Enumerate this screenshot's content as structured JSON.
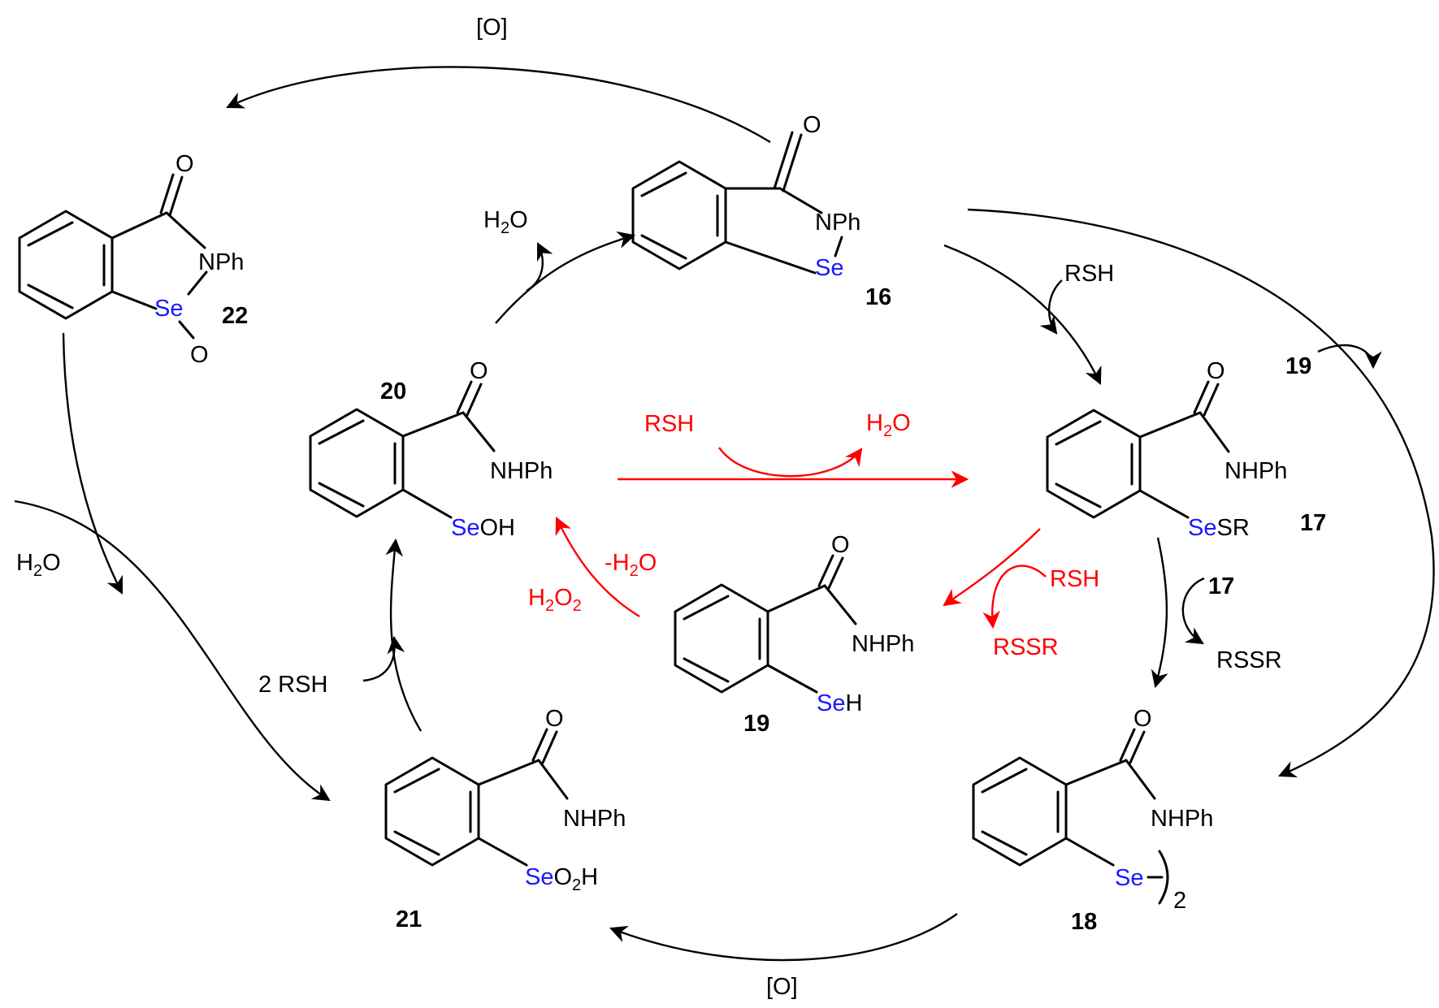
{
  "colors": {
    "reagent_red": "#ff0000",
    "selenium_blue": "#1a1aff",
    "ink": "#000000"
  },
  "compounds": {
    "c16": {
      "number": "16",
      "O": "O",
      "N": "NPh",
      "Se": "Se"
    },
    "c17": {
      "number": "17",
      "O": "O",
      "NH": "NHPh",
      "Se": "Se",
      "tail": "SR"
    },
    "c18": {
      "number": "18",
      "O": "O",
      "NH": "NHPh",
      "Se": "Se",
      "mult": "2"
    },
    "c19": {
      "number": "19",
      "O": "O",
      "NH": "NHPh",
      "Se": "Se",
      "tail": "H"
    },
    "c20": {
      "number": "20",
      "O": "O",
      "NH": "NHPh",
      "Se": "Se",
      "tail": "OH"
    },
    "c21": {
      "number": "21",
      "O": "O",
      "NH": "NHPh",
      "Se": "Se",
      "tail_a": "O",
      "tail_sub": "2",
      "tail_b": "H"
    },
    "c22": {
      "number": "22",
      "O": "O",
      "N": "NPh",
      "Se": "Se",
      "SeO": "O"
    }
  },
  "reagents": {
    "top_oxidation": "[O]",
    "bottom_oxidation": "[O]",
    "water_16": {
      "main": "H",
      "sub": "2",
      "tail": "O"
    },
    "water_22": {
      "main": "H",
      "sub": "2",
      "tail": "O"
    },
    "rsh_16_17": "RSH",
    "c19_reagent": "19",
    "c17_reagent": "17",
    "rssr_17_18": "RSSR",
    "rsh_2": "2 RSH",
    "red_rsh_top": "RSH",
    "red_water_top": {
      "main": "H",
      "sub": "2",
      "tail": "O"
    },
    "red_rsh_mid": "RSH",
    "red_rssr_mid": "RSSR",
    "red_minus_water": {
      "main": "-H",
      "sub": "2",
      "tail": "O"
    },
    "red_h2o2": {
      "main": "H",
      "sub": "2",
      "tail": "O",
      "sub2": "2"
    }
  }
}
